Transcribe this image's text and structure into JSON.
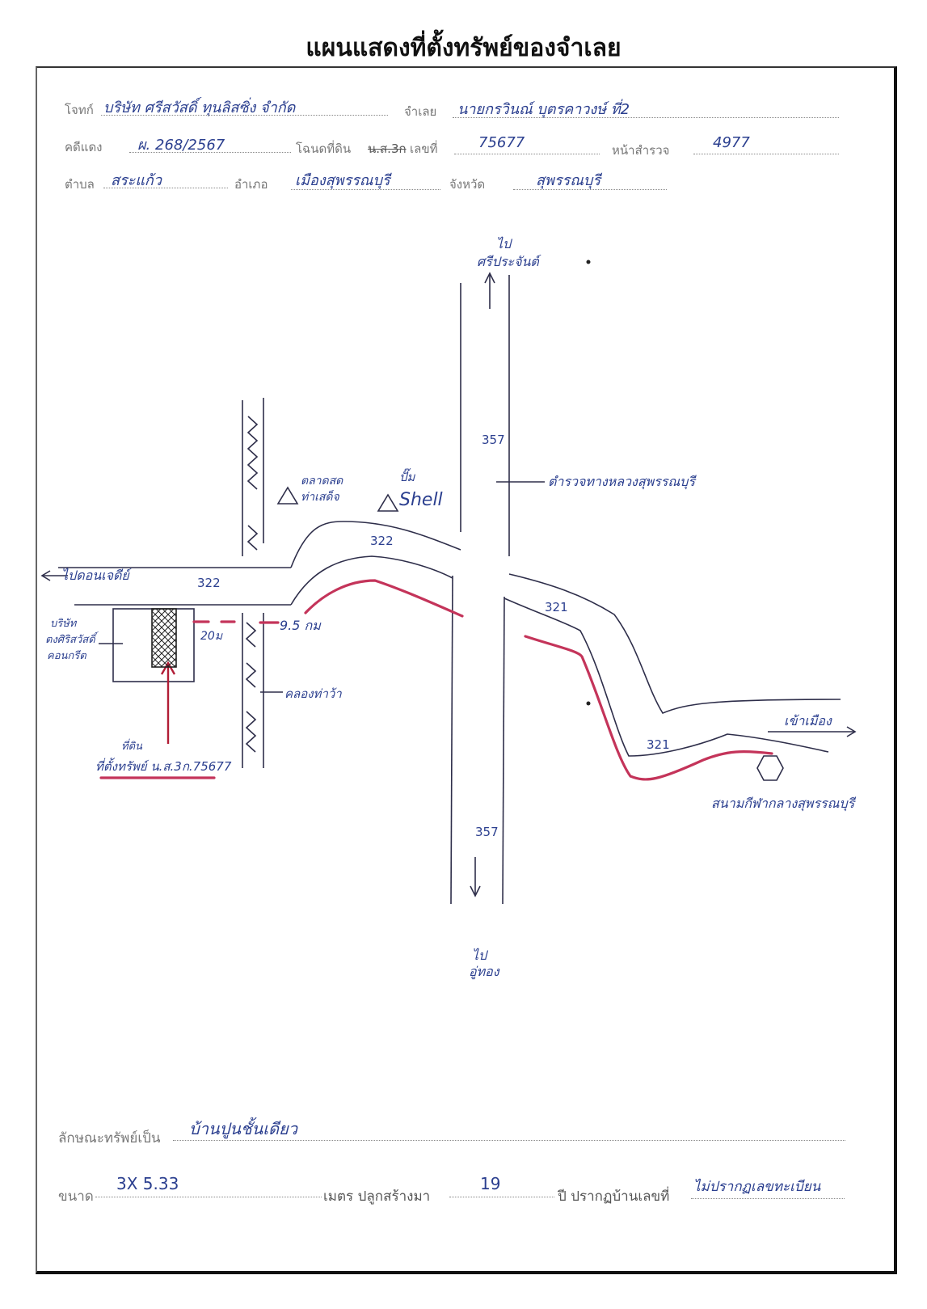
{
  "title": "แผนแสดงที่ตั้งทรัพย์ของจำเลย",
  "header": {
    "plaintiff_label": "โจทก์",
    "plaintiff_value": "บริษัท ศรีสวัสดิ์ ทุนลิสซิ่ง จำกัด",
    "defendant_label": "จำเลย",
    "defendant_value": "นายกรวินณ์ บุตรคาวงษ์ ที่2",
    "case_label": "คดีแดง",
    "case_value": "ผ. 268/2567",
    "deed_label": "โฉนดที่ดิน",
    "deed_type": "น.ส.3ก",
    "deed_no_label": "เลขที่",
    "deed_no_value": "75677",
    "survey_label": "หน้าสำรวจ",
    "survey_value": "4977",
    "subdistrict_label": "ตำบล",
    "subdistrict_value": "สระแก้ว",
    "district_label": "อำเภอ",
    "district_value": "เมืองสุพรรณบุรี",
    "province_label": "จังหวัด",
    "province_value": "สุพรรณบุรี"
  },
  "map": {
    "to_north": "ไป",
    "to_north_place": "ศรีประจันต์",
    "to_south": "ไป",
    "to_south_place": "อู่ทอง",
    "to_west": "ไปดอนเจดีย์",
    "to_east": "เข้าเมือง",
    "road_357_top": "357",
    "road_357_bottom": "357",
    "road_322_a": "322",
    "road_322_b": "322",
    "road_321_a": "321",
    "road_321_b": "321",
    "highway_office": "ตำรวจทางหลวงสุพรรณบุรี",
    "market": "ตลาดสด",
    "market_2": "ท่าเสด็จ",
    "gas_label": "ปั๊ม",
    "gas_brand": "Shell",
    "canal": "คลองท่าว้า",
    "company": "บริษัท",
    "company_2": "ตงศิริสวัสดิ์",
    "company_3": "คอนกรีต",
    "dist_20": "20ม",
    "dist_9_5": "9.5 กม",
    "property": "ที่ดิน",
    "property_2": "ที่ตั้งทรัพย์ น.ส.3ก.75677",
    "stadium": "สนามกีฬากลางสุพรรณบุรี"
  },
  "footer": {
    "asset_label": "ลักษณะทรัพย์เป็น",
    "asset_value": "บ้านปูนชั้นเดียว",
    "size_label": "ขนาด",
    "size_value": "3X 5.33",
    "meter_label": "เมตร ปลูกสร้างมา",
    "years_value": "19",
    "house_label": "ปี ปรากฏบ้านเลขที่",
    "house_value": "ไม่ปรากฏเลขทะเบียน"
  }
}
